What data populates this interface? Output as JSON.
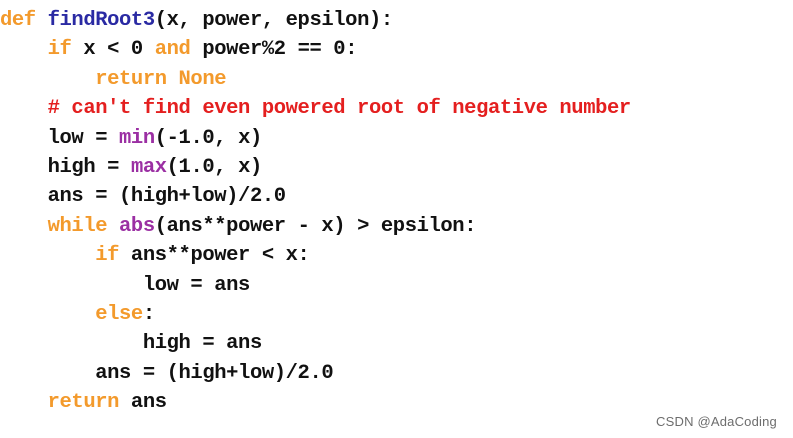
{
  "code": {
    "lines": [
      [
        {
          "t": "def ",
          "c": "kw"
        },
        {
          "t": "findRoot3",
          "c": "fn"
        },
        {
          "t": "(x, power, epsilon):",
          "c": ""
        }
      ],
      [
        {
          "t": "    ",
          "c": ""
        },
        {
          "t": "if",
          "c": "kw"
        },
        {
          "t": " x < 0 ",
          "c": ""
        },
        {
          "t": "and",
          "c": "kw"
        },
        {
          "t": " power%2 == 0:",
          "c": ""
        }
      ],
      [
        {
          "t": "        ",
          "c": ""
        },
        {
          "t": "return None",
          "c": "kw"
        }
      ],
      [
        {
          "t": "    ",
          "c": ""
        },
        {
          "t": "# can't find even powered root of negative number",
          "c": "cm"
        }
      ],
      [
        {
          "t": "    low = ",
          "c": ""
        },
        {
          "t": "min",
          "c": "bi"
        },
        {
          "t": "(-1.0, x)",
          "c": ""
        }
      ],
      [
        {
          "t": "    high = ",
          "c": ""
        },
        {
          "t": "max",
          "c": "bi"
        },
        {
          "t": "(1.0, x)",
          "c": ""
        }
      ],
      [
        {
          "t": "    ans = (high+low)/2.0",
          "c": ""
        }
      ],
      [
        {
          "t": "    ",
          "c": ""
        },
        {
          "t": "while",
          "c": "kw"
        },
        {
          "t": " ",
          "c": ""
        },
        {
          "t": "abs",
          "c": "bi"
        },
        {
          "t": "(ans**power - x) > epsilon:",
          "c": ""
        }
      ],
      [
        {
          "t": "        ",
          "c": ""
        },
        {
          "t": "if",
          "c": "kw"
        },
        {
          "t": " ans**power < x:",
          "c": ""
        }
      ],
      [
        {
          "t": "            low = ans",
          "c": ""
        }
      ],
      [
        {
          "t": "        ",
          "c": ""
        },
        {
          "t": "else",
          "c": "kw"
        },
        {
          "t": ":",
          "c": ""
        }
      ],
      [
        {
          "t": "            high = ans",
          "c": ""
        }
      ],
      [
        {
          "t": "        ans = (high+low)/2.0",
          "c": ""
        }
      ],
      [
        {
          "t": "    ",
          "c": ""
        },
        {
          "t": "return",
          "c": "kw"
        },
        {
          "t": " ans",
          "c": ""
        }
      ]
    ]
  },
  "watermark": "CSDN @AdaCoding",
  "colors": {
    "keyword": "#f39a2c",
    "function_name": "#2a2aa3",
    "builtin": "#9b2fa3",
    "comment": "#e41f1f",
    "text": "#111111",
    "background": "#ffffff"
  }
}
